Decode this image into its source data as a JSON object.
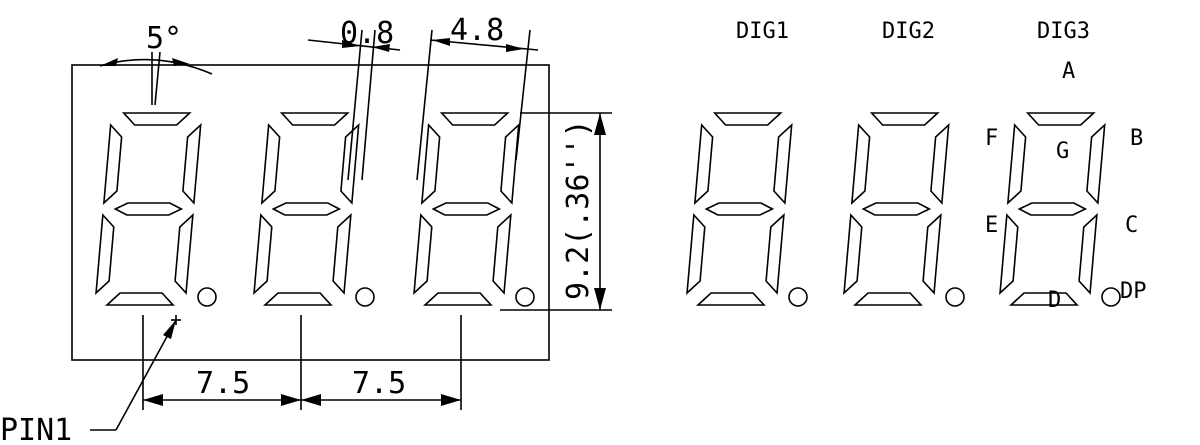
{
  "dimensions": {
    "slant_angle": "5°",
    "segment_width": "0.8",
    "digit_width": "4.8",
    "digit_height": "9.2(.36'')",
    "pitch_1": "7.5",
    "pitch_2": "7.5",
    "pin_label": "PIN1"
  },
  "digits": [
    "DIG1",
    "DIG2",
    "DIG3"
  ],
  "segment_labels": {
    "a": "A",
    "b": "B",
    "c": "C",
    "d": "D",
    "e": "E",
    "f": "F",
    "g": "G",
    "dp": "DP"
  },
  "colors": {
    "line": "#000000",
    "background": "#ffffff"
  }
}
